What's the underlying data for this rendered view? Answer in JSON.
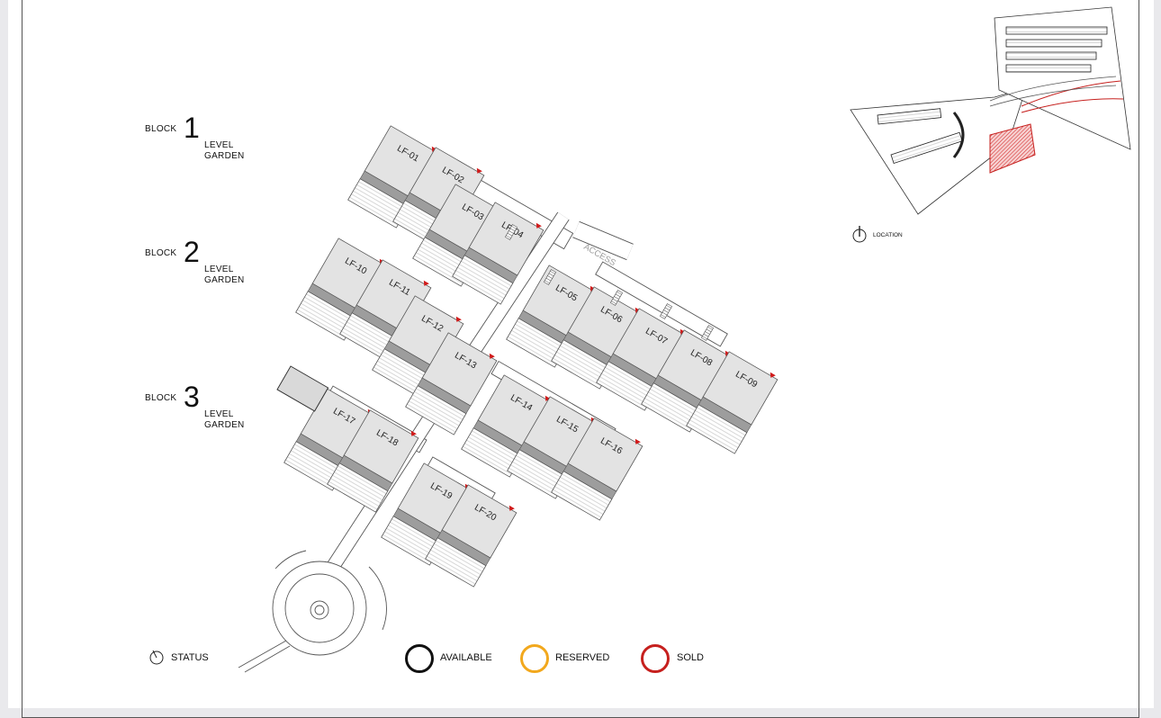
{
  "blocks": [
    {
      "word": "BLOCK",
      "number": "1",
      "level": "LEVEL",
      "garden": "GARDEN"
    },
    {
      "word": "BLOCK",
      "number": "2",
      "level": "LEVEL",
      "garden": "GARDEN"
    },
    {
      "word": "BLOCK",
      "number": "3",
      "level": "LEVEL",
      "garden": "GARDEN"
    }
  ],
  "units": [
    "LF-01",
    "LF-02",
    "LF-03",
    "LF-04",
    "LF-05",
    "LF-06",
    "LF-07",
    "LF-08",
    "LF-09",
    "LF-10",
    "LF-11",
    "LF-12",
    "LF-13",
    "LF-14",
    "LF-15",
    "LF-16",
    "LF-17",
    "LF-18",
    "LF-19",
    "LF-20"
  ],
  "access_label": "ACCESS",
  "location_label": "LOCATION",
  "status_label": "STATUS",
  "legend": [
    {
      "label": "AVAILABLE",
      "color": "#111111"
    },
    {
      "label": "RESERVED",
      "color": "#f2a81d"
    },
    {
      "label": "SOLD",
      "color": "#c6201e"
    }
  ],
  "colors": {
    "unit_fill": "#e3e3e3",
    "unit_band": "#9d9d9d",
    "marker": "#d11b1b",
    "line": "#555555"
  }
}
